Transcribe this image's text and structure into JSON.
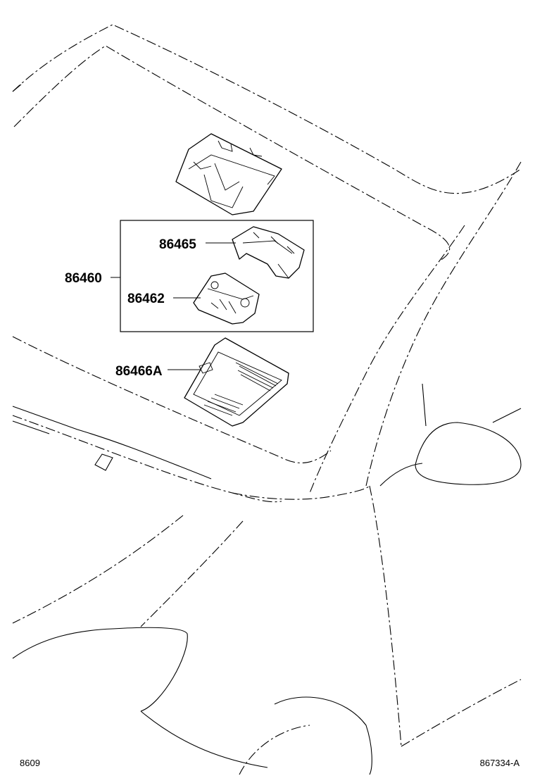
{
  "parts": {
    "assembly": "86460",
    "bracket": "86465",
    "camera": "86462",
    "cover": "86466A"
  },
  "footer": {
    "page_ref": "8609",
    "figure_ref": "867334-A"
  }
}
